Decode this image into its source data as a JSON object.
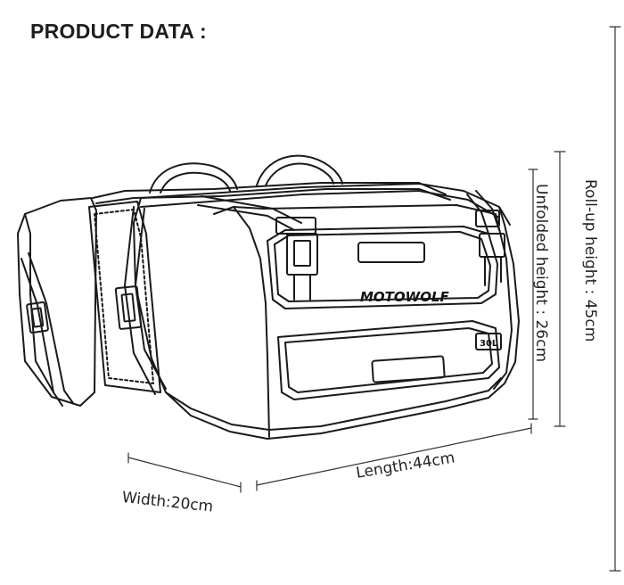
{
  "heading": "PRODUCT DATA :",
  "product": {
    "brand": "MOTOWOLF",
    "capacity_badge": "30L"
  },
  "dimensions": {
    "width": "Width:20cm",
    "length": "Length:44cm",
    "unfolded_height": "Unfolded height : 26cm",
    "rollup_height": "Roll-up height : 45cm"
  }
}
